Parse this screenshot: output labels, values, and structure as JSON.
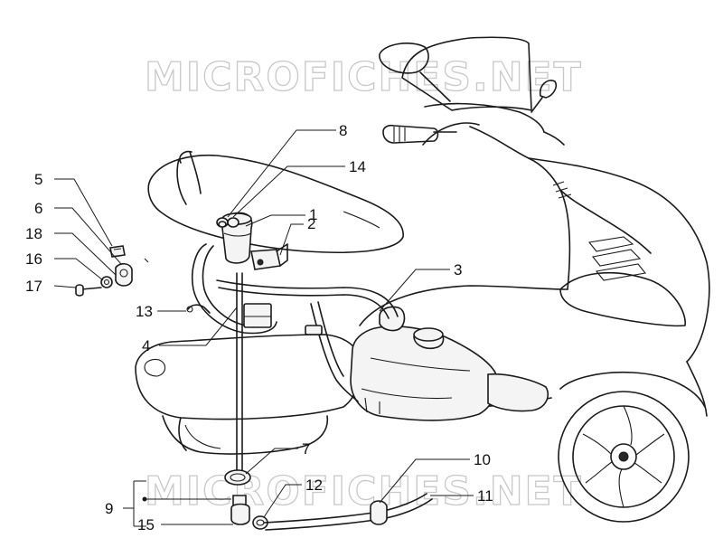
{
  "watermark": {
    "text": "MICROFICHES.NET"
  },
  "callouts": [
    {
      "id": "c1",
      "label": "1"
    },
    {
      "id": "c2",
      "label": "2"
    },
    {
      "id": "c3",
      "label": "3"
    },
    {
      "id": "c4",
      "label": "4"
    },
    {
      "id": "c5",
      "label": "5"
    },
    {
      "id": "c6",
      "label": "6"
    },
    {
      "id": "c7",
      "label": "7"
    },
    {
      "id": "c8",
      "label": "8"
    },
    {
      "id": "c9",
      "label": "9"
    },
    {
      "id": "c10",
      "label": "10"
    },
    {
      "id": "c11",
      "label": "11"
    },
    {
      "id": "c12",
      "label": "12"
    },
    {
      "id": "c13",
      "label": "13"
    },
    {
      "id": "c14",
      "label": "14"
    },
    {
      "id": "c15",
      "label": "15"
    },
    {
      "id": "c16",
      "label": "16"
    },
    {
      "id": "c17",
      "label": "17"
    },
    {
      "id": "c18",
      "label": "18"
    }
  ]
}
